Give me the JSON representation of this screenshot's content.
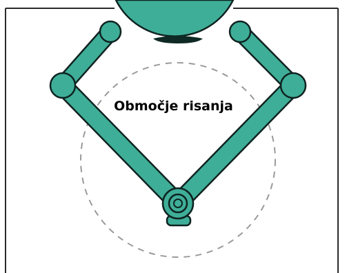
{
  "diagram": {
    "label": "Območje risanja",
    "colors": {
      "body_fill": "#3fae98",
      "outline": "#0e2320",
      "dark_base": "#0f2a25",
      "frame": "#2a2a2a",
      "dash_circle": "#9a9a9a",
      "background": "#ffffff"
    },
    "parts": [
      "robot-base",
      "left-upper-arm",
      "right-upper-arm",
      "left-forearm",
      "right-forearm",
      "pen-holder",
      "drawing-area-circle",
      "page-frame"
    ]
  }
}
